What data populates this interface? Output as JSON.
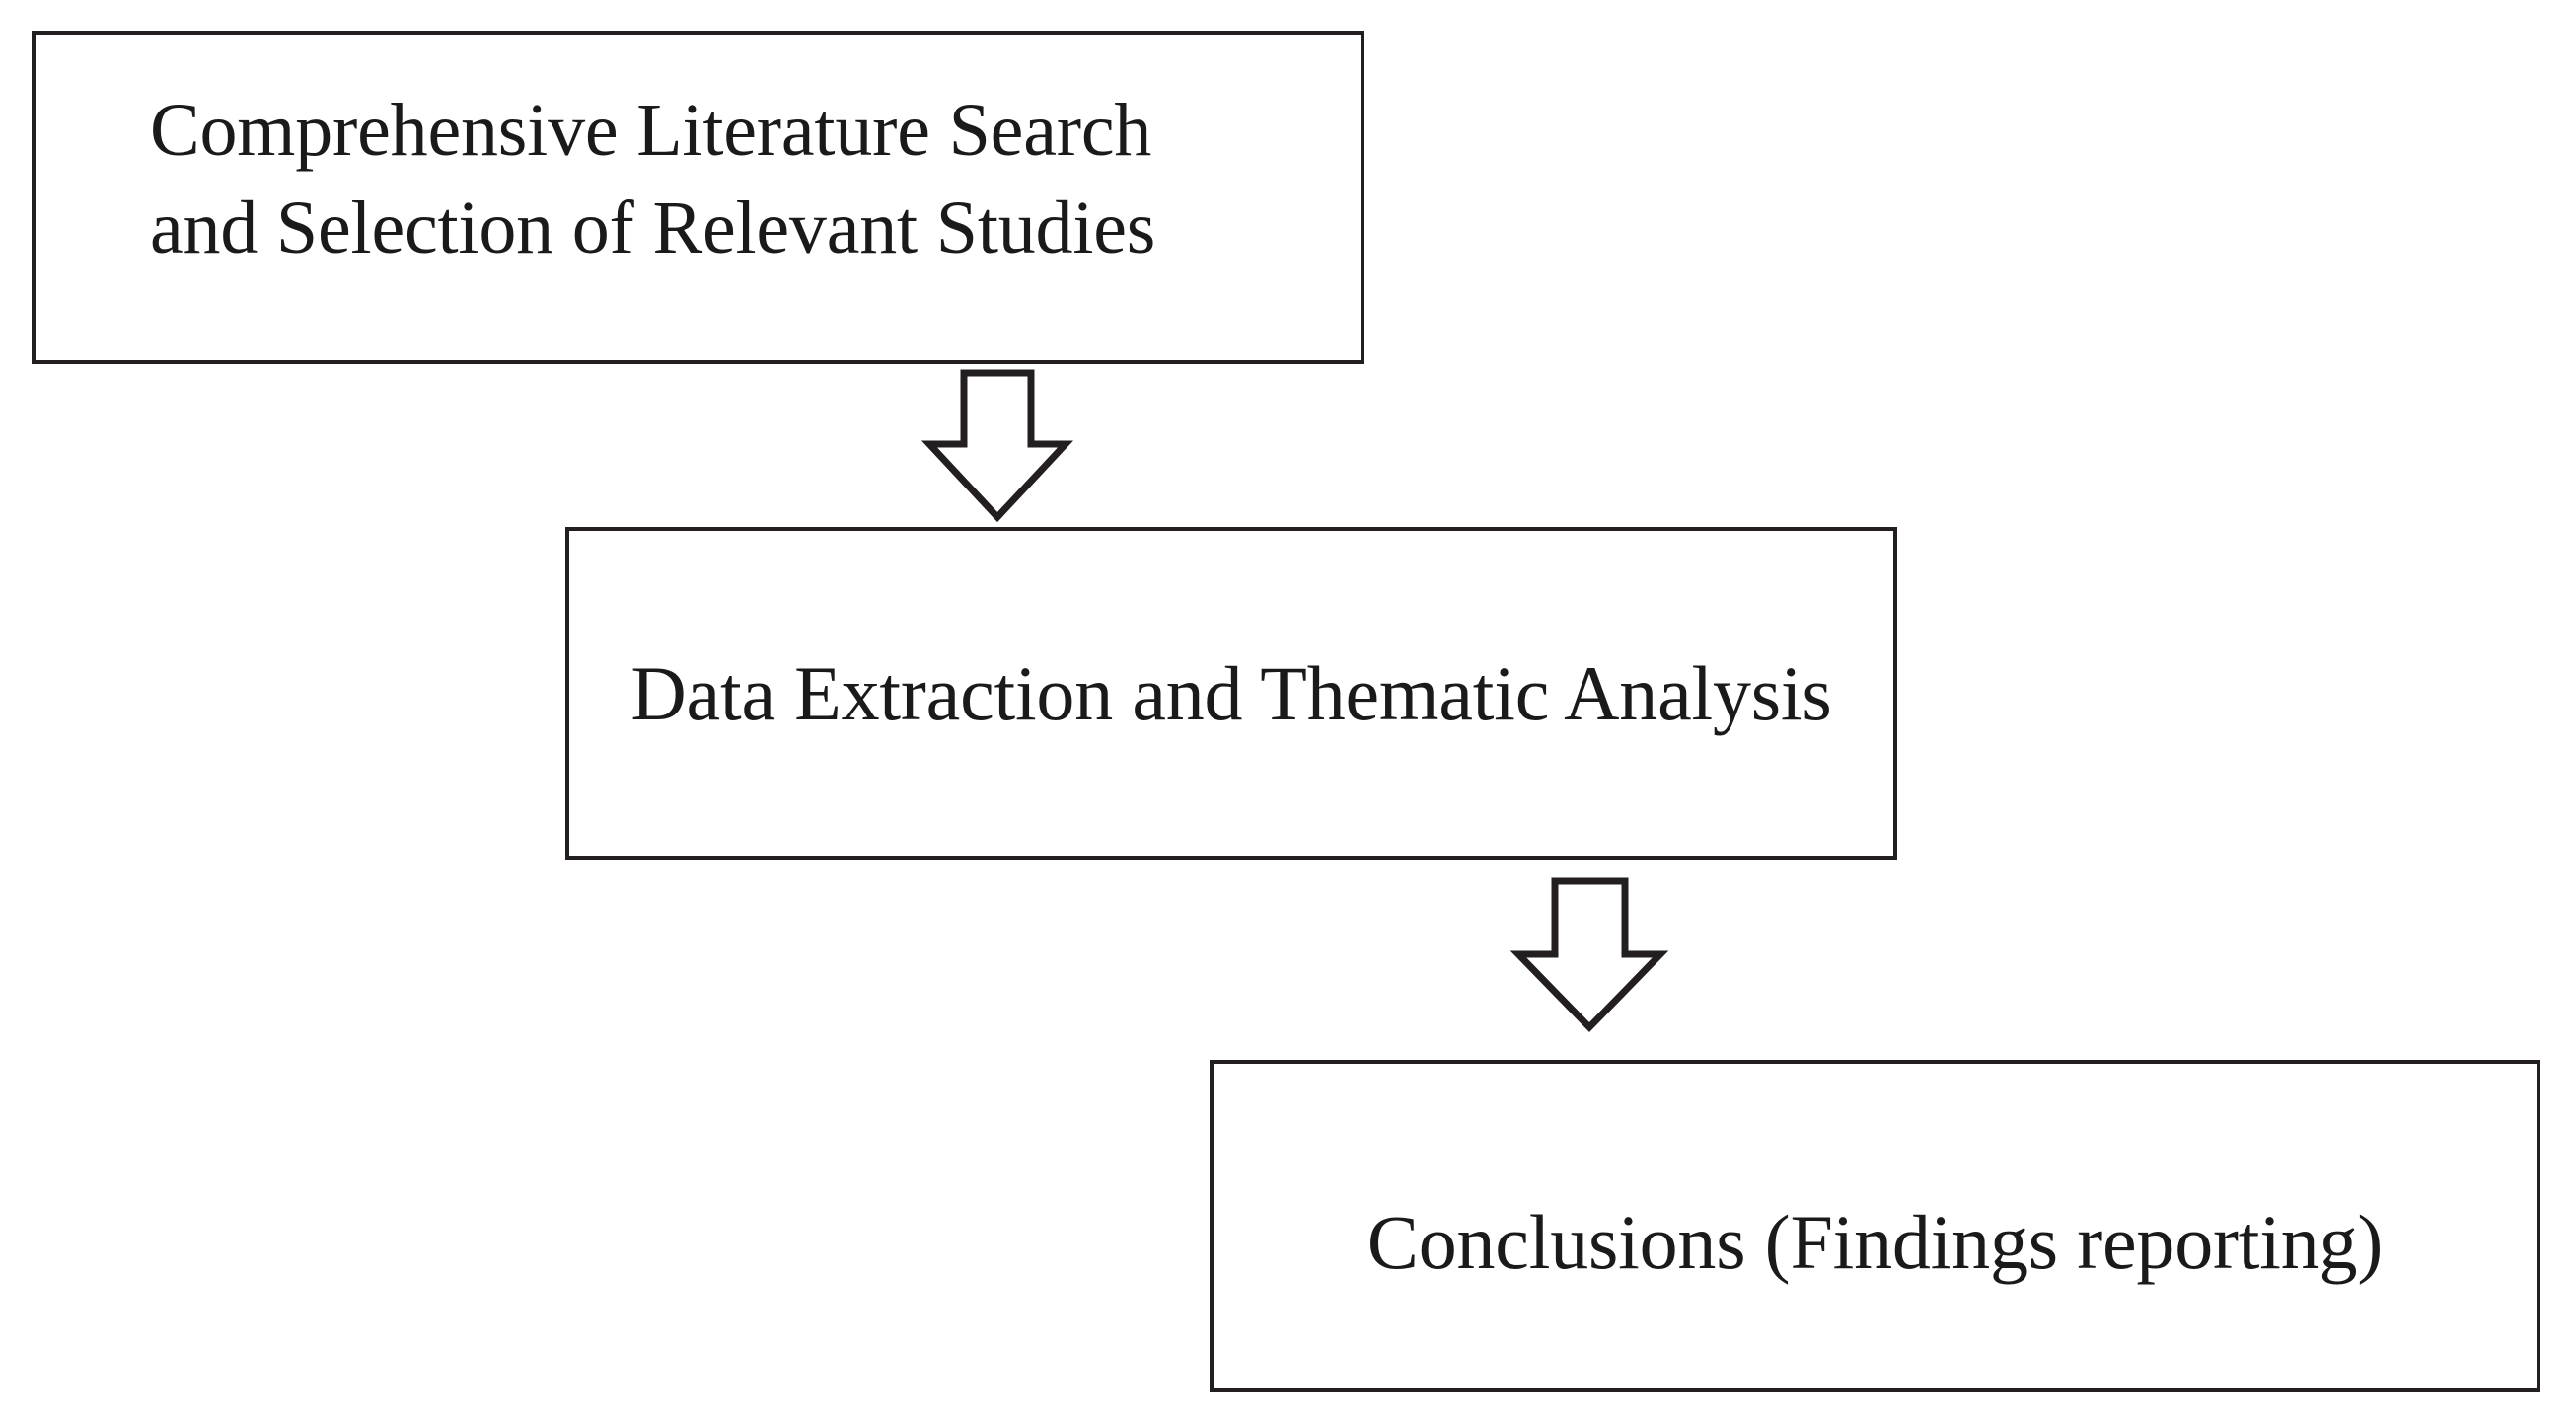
{
  "diagram": {
    "type": "flowchart",
    "orientation": "vertical-cascading",
    "background_color": "#ffffff",
    "stroke_color": "#231f20",
    "text_color": "#1a1a1a",
    "nodes": [
      {
        "id": "search",
        "label": "Comprehensive Literature Search\nand  Selection of Relevant Studies",
        "shape": "rectangle",
        "text_align": "left",
        "order": 1
      },
      {
        "id": "extraction",
        "label": "Data Extraction and Thematic Analysis",
        "shape": "rectangle",
        "text_align": "center",
        "order": 2
      },
      {
        "id": "conclusions",
        "label": "Conclusions (Findings reporting)",
        "shape": "rectangle",
        "text_align": "center",
        "order": 3
      }
    ],
    "connectors": [
      {
        "id": "search-to-extraction",
        "from": "search",
        "to": "extraction",
        "style": "hollow-block-arrow",
        "direction": "down"
      },
      {
        "id": "extraction-to-conclusions",
        "from": "extraction",
        "to": "conclusions",
        "style": "hollow-block-arrow",
        "direction": "down"
      }
    ]
  }
}
